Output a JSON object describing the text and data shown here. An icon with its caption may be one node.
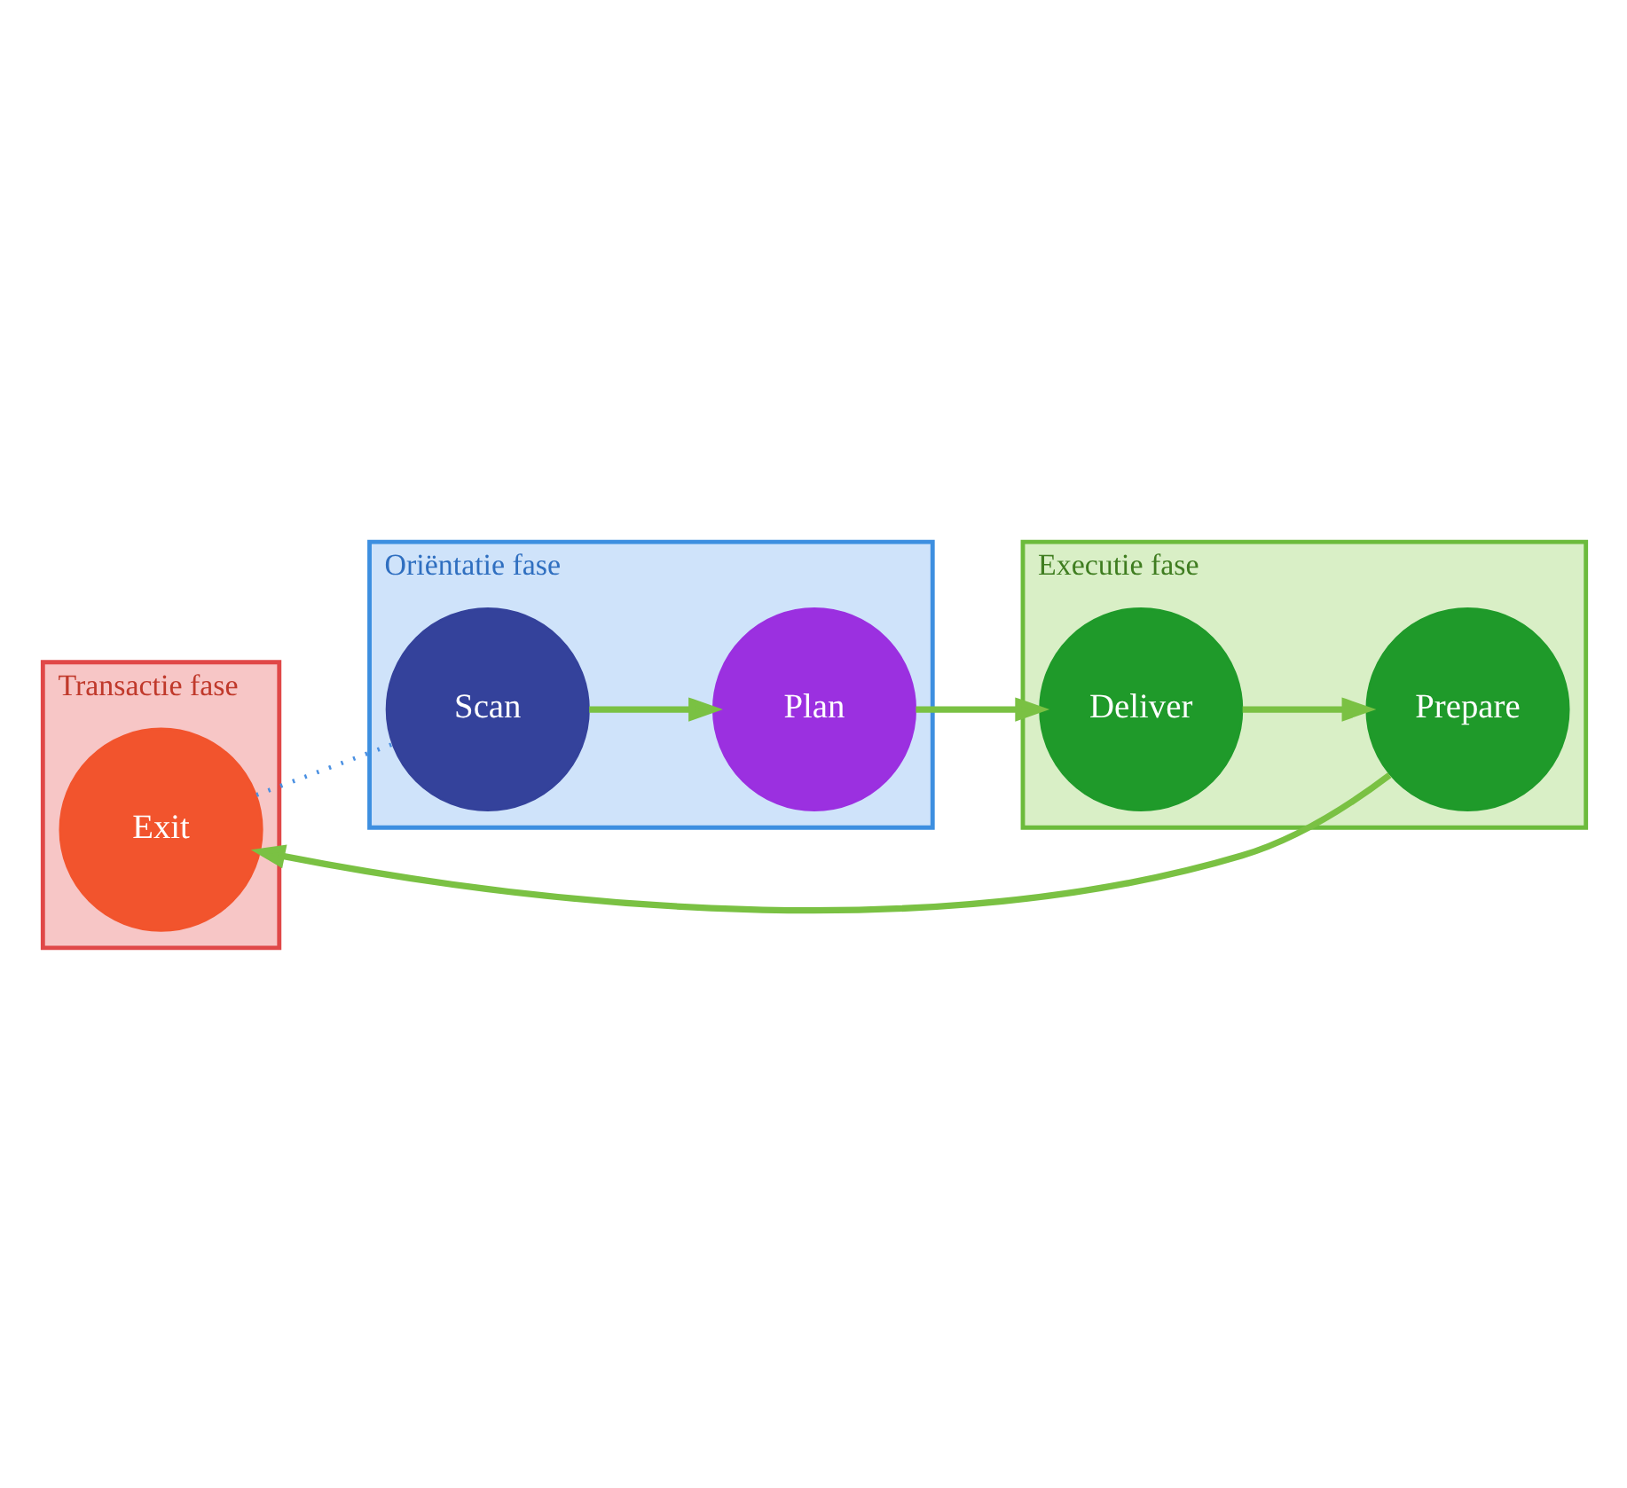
{
  "diagram": {
    "nodes": [
      {
        "text": [
          "Transactie fase"
        ]
      },
      {
        "text": [
          "Exit"
        ],
        "in": 0
      },
      {
        "text": [
          "Oriëntatie fase"
        ]
      },
      {
        "text": [
          "Scan"
        ],
        "in": 2
      },
      {
        "text": [
          "Plan"
        ],
        "in": 2
      },
      {
        "text": [
          "Executie fase"
        ]
      },
      {
        "text": [
          "Deliver"
        ],
        "in": 5
      },
      {
        "text": [
          "Prepare"
        ],
        "in": 5
      }
    ],
    "edges": [
      {
        "from": 3,
        "to": 4,
        "arrow": "to"
      },
      {
        "from": 4,
        "to": 6,
        "arrow": "to"
      },
      {
        "from": 6,
        "to": 7,
        "arrow": "to"
      },
      {
        "from": 7,
        "to": 1,
        "arrow": "to"
      },
      {
        "from": 1,
        "to": 3,
        "arrow": "none",
        "style": "dashed",
        "color": "#4a90e2"
      }
    ]
  }
}
